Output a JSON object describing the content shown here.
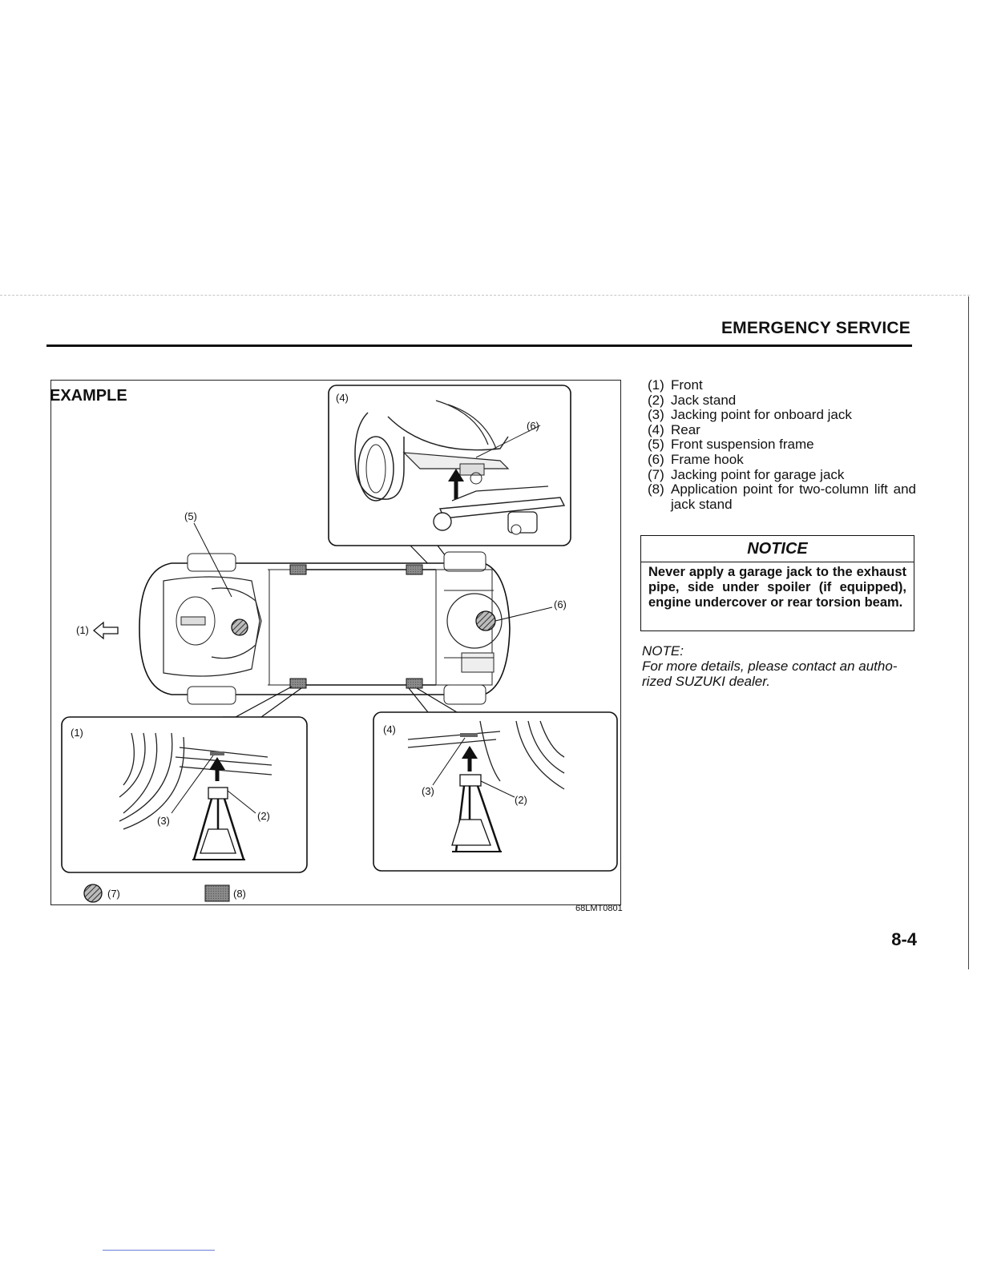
{
  "header": {
    "section_title": "EMERGENCY SERVICE"
  },
  "figure": {
    "example_label": "EXAMPLE",
    "figure_code": "68LMT0801",
    "callouts": {
      "c1": "(1)",
      "c2": "(2)",
      "c3": "(3)",
      "c4": "(4)",
      "c5": "(5)",
      "c6": "(6)",
      "c7": "(7)",
      "c8": "(8)"
    }
  },
  "legend": {
    "items": [
      {
        "num": "(1)",
        "text": "Front"
      },
      {
        "num": "(2)",
        "text": "Jack stand"
      },
      {
        "num": "(3)",
        "text": "Jacking point for onboard jack"
      },
      {
        "num": "(4)",
        "text": "Rear"
      },
      {
        "num": "(5)",
        "text": "Front suspension frame"
      },
      {
        "num": "(6)",
        "text": "Frame hook"
      },
      {
        "num": "(7)",
        "text": "Jacking point for garage jack"
      },
      {
        "num": "(8)",
        "text": "Application point for two-column lift and jack stand"
      }
    ]
  },
  "notice": {
    "title": "NOTICE",
    "body": "Never apply a garage jack to the exhaust pipe, side under spoiler (if equipped), engine undercover or rear torsion beam."
  },
  "note": {
    "label": "NOTE:",
    "text": "For more details, please contact an autho-rized SUZUKI dealer."
  },
  "page_number": "8-4"
}
